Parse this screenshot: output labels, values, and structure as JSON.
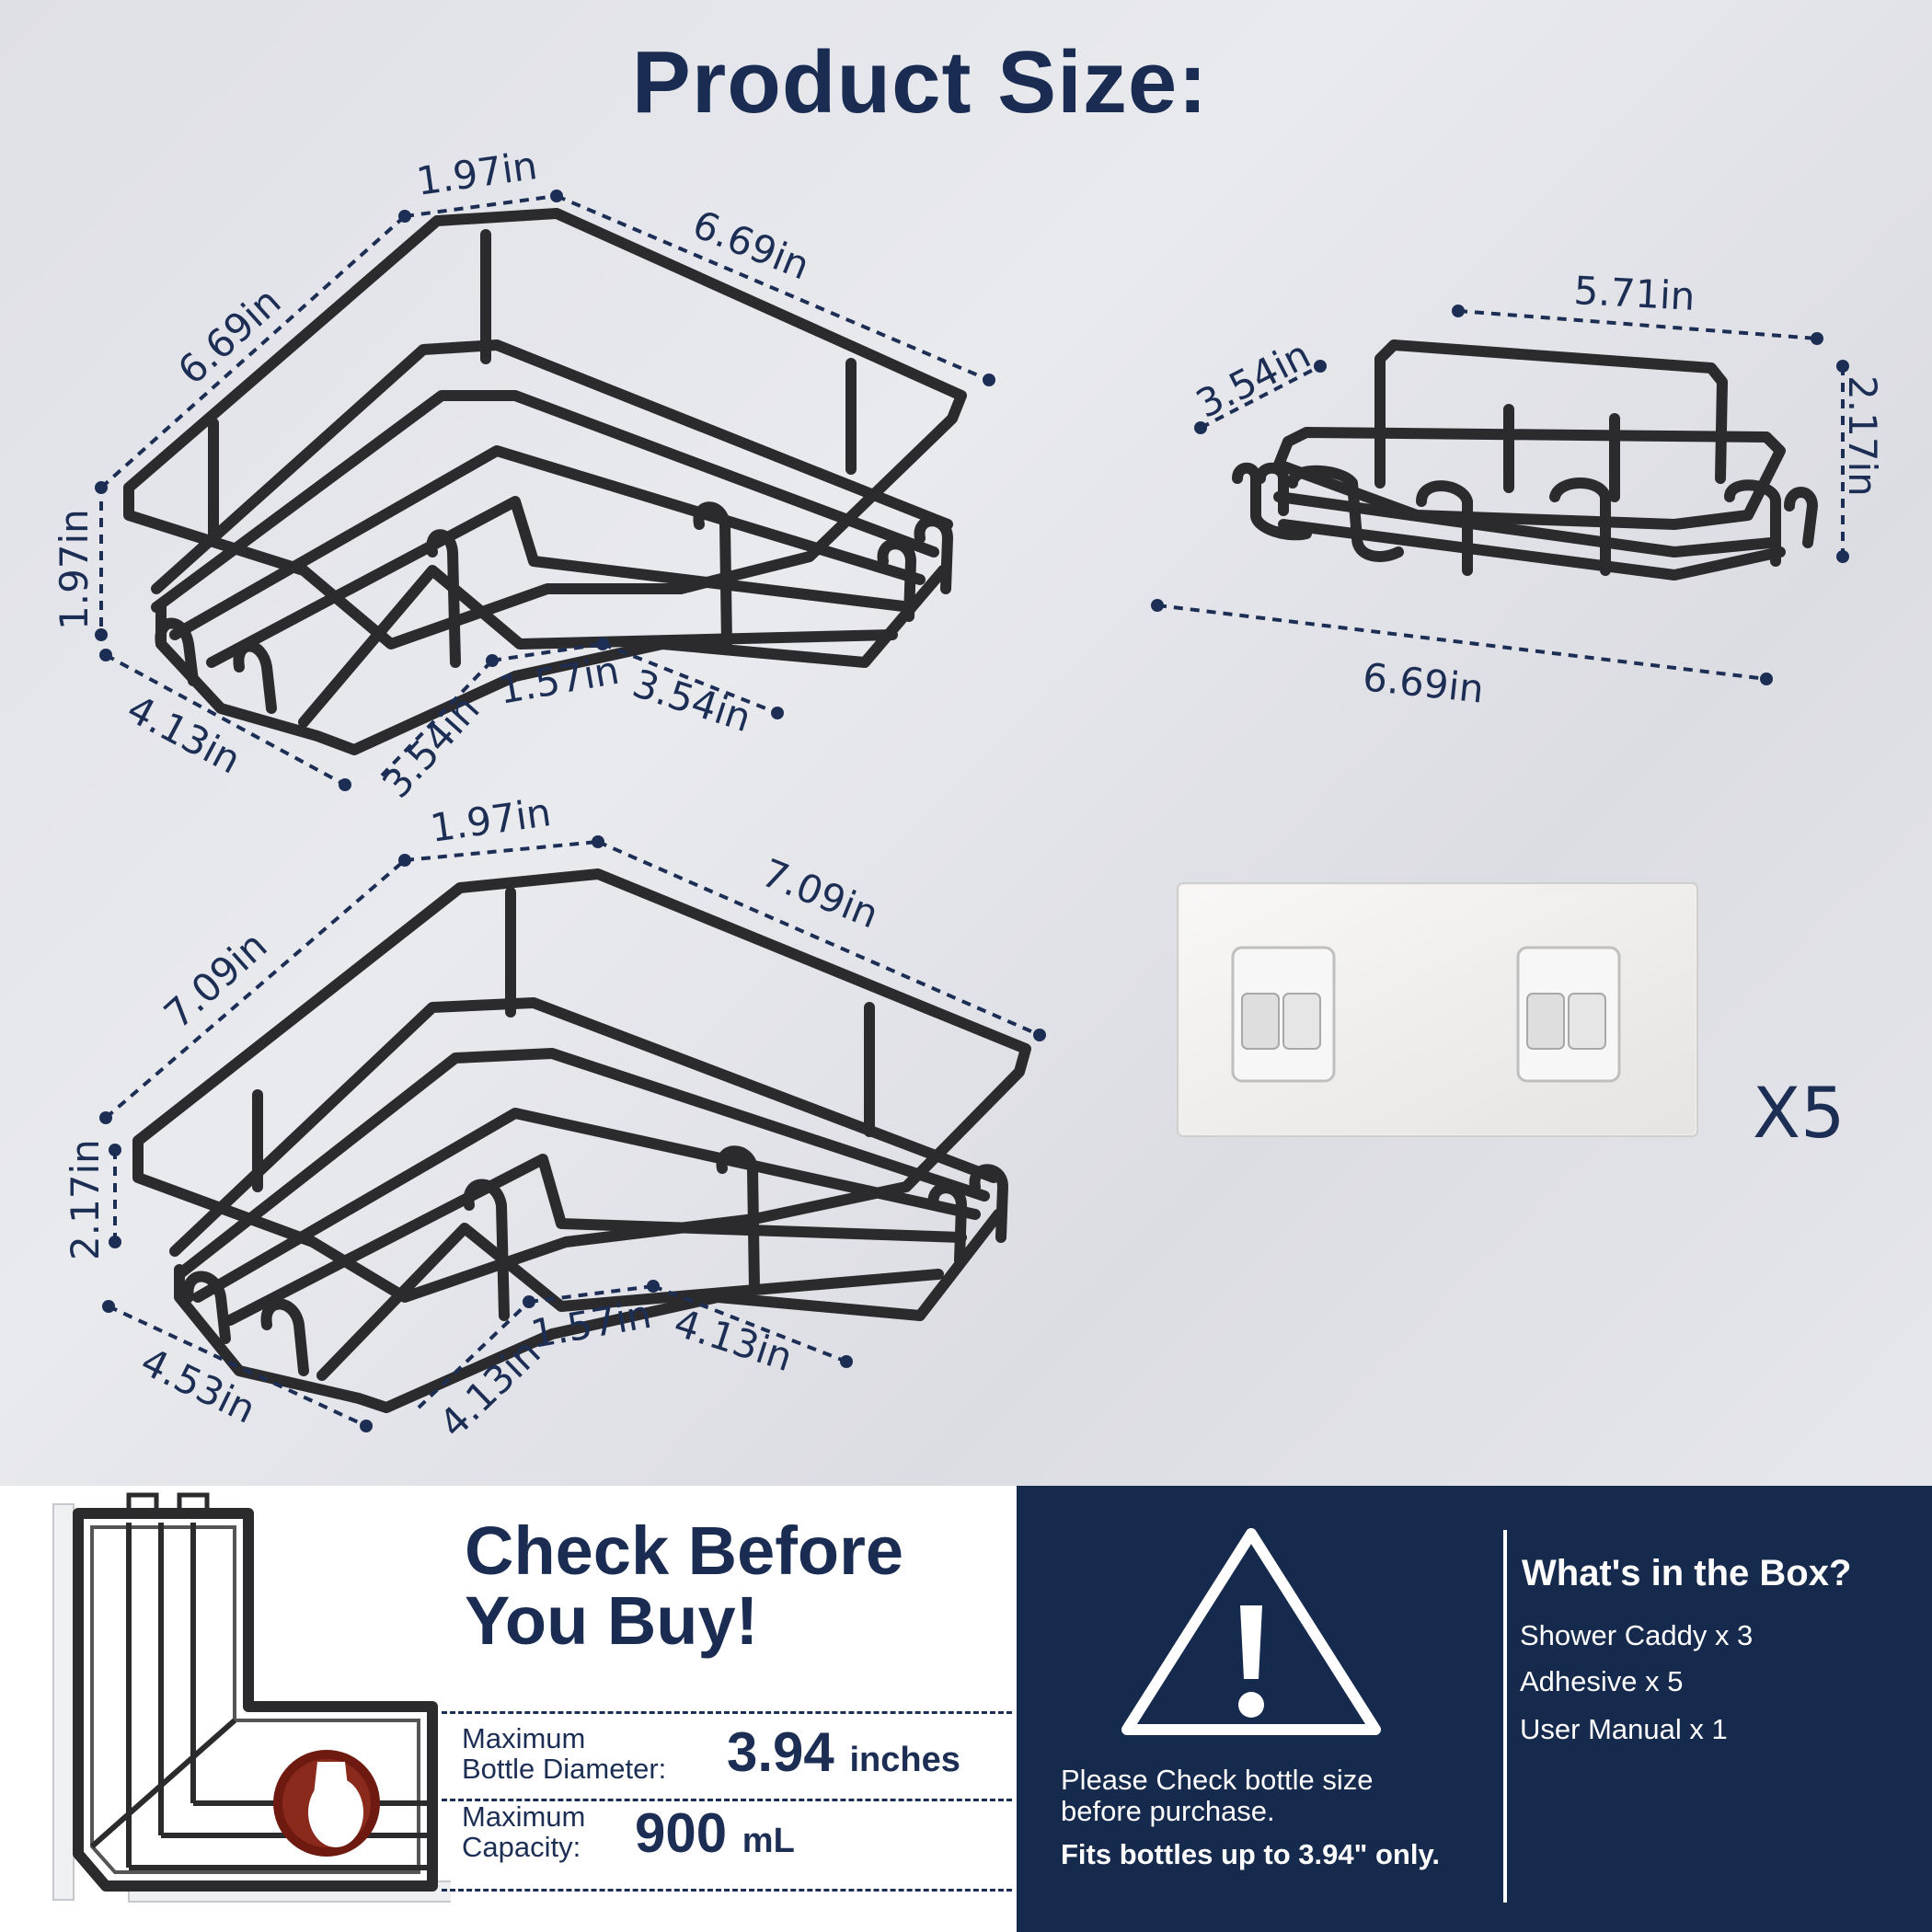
{
  "header": {
    "title": "Product Size:"
  },
  "caddy_small": {
    "dims": {
      "top_short": "1.97in",
      "top_right": "6.69in",
      "top_left": "6.69in",
      "height": "1.97in",
      "bottom_left": "4.13in",
      "inner_left": "3.54in",
      "inner_mid": "1.57in",
      "inner_right": "3.54in"
    }
  },
  "soap_dish": {
    "dims": {
      "top": "5.71in",
      "depth": "3.54in",
      "height": "2.17in",
      "bottom": "6.69in"
    }
  },
  "caddy_large": {
    "dims": {
      "top_short": "1.97in",
      "top_right": "7.09in",
      "top_left": "7.09in",
      "height": "2.17in",
      "bottom_left": "4.53in",
      "inner_left": "4.13in",
      "inner_mid": "1.57in",
      "inner_right": "4.13in"
    }
  },
  "adhesive": {
    "multiplier": "X5"
  },
  "check": {
    "title_line1": "Check Before",
    "title_line2": "You Buy!",
    "diameter_label_1": "Maximum",
    "diameter_label_2": "Bottle Diameter:",
    "diameter_value": "3.94",
    "diameter_unit": "inches",
    "capacity_label_1": "Maximum",
    "capacity_label_2": "Capacity:",
    "capacity_value": "900",
    "capacity_unit": "mL"
  },
  "warning": {
    "line1": "Please Check bottle size",
    "line2": "before purchase.",
    "bold": "Fits bottles up to 3.94\" only."
  },
  "box": {
    "title": "What's in the Box?",
    "items": [
      "Shower Caddy x 3",
      "Adhesive x 5",
      "User Manual x 1"
    ]
  },
  "colors": {
    "navy": "#162a4d",
    "text_navy": "#1d2e55",
    "wire": "#2b2b2d"
  }
}
